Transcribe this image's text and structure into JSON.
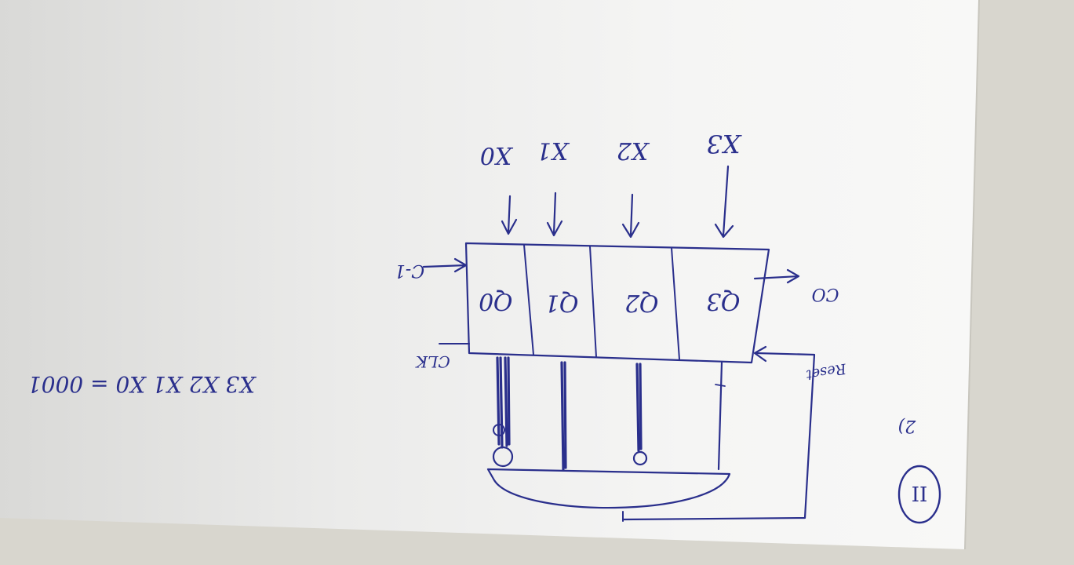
{
  "paper": {
    "background_color": "#d8d6ce",
    "sheet_color": "#f4f4f2",
    "ink_color": "#2a2f8c"
  },
  "handwriting": {
    "section_mark": "II",
    "item_number": "2)",
    "equation": "X3 X2 X1 X0 = 0001",
    "inputs": [
      "X0",
      "X1",
      "X2",
      "X3"
    ],
    "registers": [
      "Q0",
      "Q1",
      "Q2",
      "Q3"
    ],
    "carry_in": "C-1",
    "carry_out": "CO",
    "clock": "CLK",
    "reset": "Reset"
  }
}
